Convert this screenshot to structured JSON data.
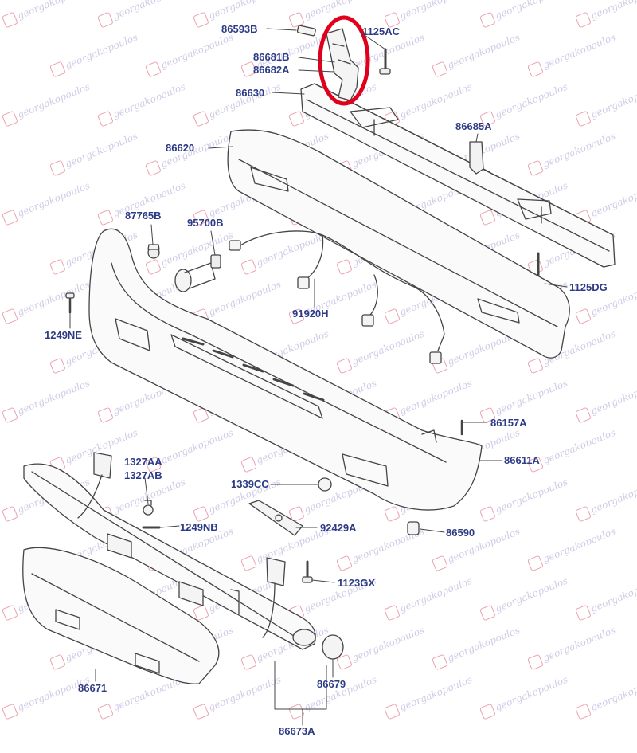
{
  "diagram": {
    "highlight_color": "#e0001b",
    "line_color": "#444444",
    "label_color": "#2c3b86",
    "labels": {
      "p86593B": "86593B",
      "p1125AC": "1125AC",
      "p86681B": "86681B",
      "p86682A": "86682A",
      "p86630": "86630",
      "p86685A": "86685A",
      "p86620": "86620",
      "p87765B": "87765B",
      "p95700B": "95700B",
      "p1125DG": "1125DG",
      "p91920H": "91920H",
      "p1249NE": "1249NE",
      "p86157A": "86157A",
      "p86611A": "86611A",
      "p1327AA": "1327AA",
      "p1327AB": "1327AB",
      "p1339CC": "1339CC",
      "p1249NB": "1249NB",
      "p92429A": "92429A",
      "p86590": "86590",
      "p1123GX": "1123GX",
      "p86679": "86679",
      "p86671": "86671",
      "p86673A": "86673A"
    },
    "watermark": {
      "text": "georgakopoulos",
      "logo_icon": "georgakopoulos-logo-icon"
    }
  }
}
